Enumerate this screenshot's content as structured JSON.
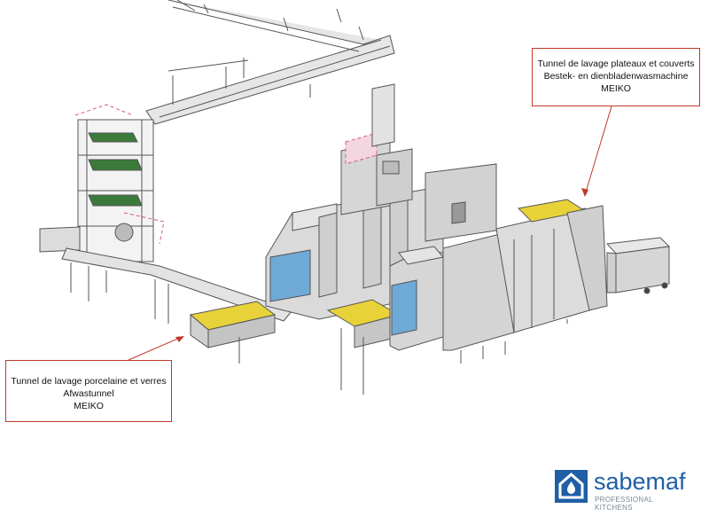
{
  "callouts": {
    "right": {
      "line1": "Tunnel de lavage plateaux et couverts",
      "line2": "Bestek- en dienbladenwasmachine",
      "line3": "MEIKO"
    },
    "left": {
      "line1": "Tunnel de lavage porcelaine et verres",
      "line2": "Afwastunnel",
      "line3": "MEIKO"
    }
  },
  "logo": {
    "name": "sabemaf",
    "subtitle": "PROFESSIONAL KITCHENS",
    "icon": "house-drop-icon",
    "color": "#1f5fa6"
  },
  "colors": {
    "callout_border": "#c0392b",
    "machine_body": "#d9d9d9",
    "machine_stroke": "#555555",
    "dropzone": "#e8d23a",
    "rack_blue": "#6fa9d6",
    "green_deck": "#3c7a3c",
    "pink_dashed": "#d85a7a"
  }
}
